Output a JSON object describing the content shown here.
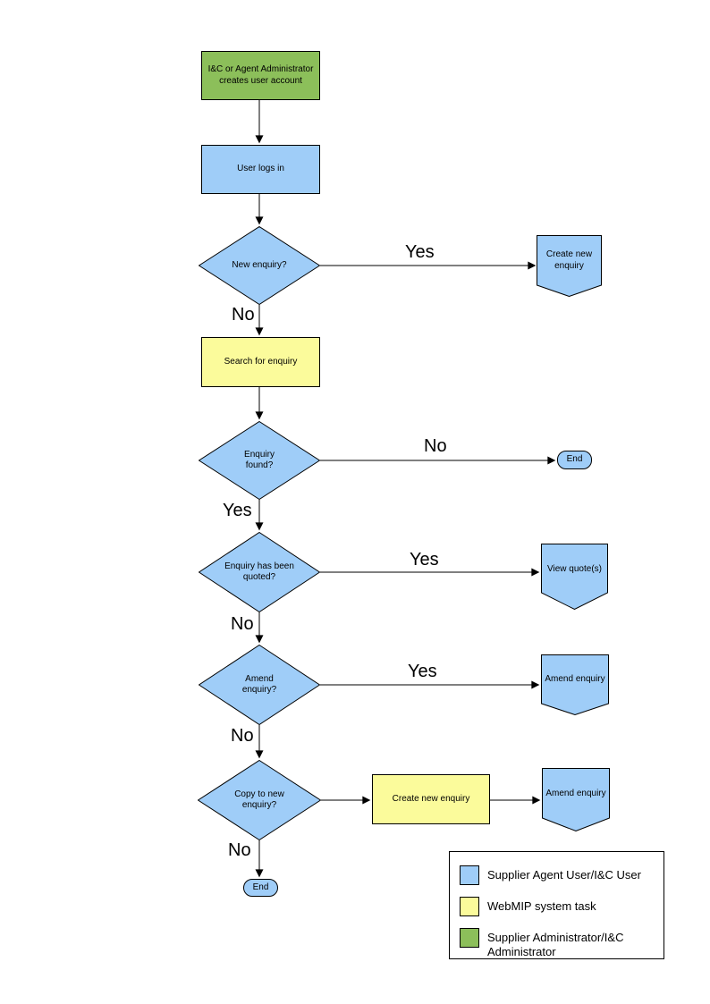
{
  "diagram": {
    "nodes": {
      "create_account": {
        "label": "I&C or Agent Administrator creates user account",
        "type": "admin-task"
      },
      "user_logs_in": {
        "label": "User logs in",
        "type": "user-task"
      },
      "new_enquiry_q": {
        "label": "New enquiry?",
        "type": "decision"
      },
      "create_new_enquiry_banner": {
        "label": "Create new enquiry",
        "type": "user-task"
      },
      "search_for_enquiry": {
        "label": "Search for enquiry",
        "type": "system-task"
      },
      "enquiry_found_q": {
        "label": "Enquiry found?",
        "type": "decision"
      },
      "end_1": {
        "label": "End",
        "type": "terminator"
      },
      "enquiry_quoted_q": {
        "label": "Enquiry has been quoted?",
        "type": "decision"
      },
      "view_quotes": {
        "label": "View quote(s)",
        "type": "user-task"
      },
      "amend_enquiry_q": {
        "label": "Amend enquiry?",
        "type": "decision"
      },
      "amend_enquiry_1": {
        "label": "Amend enquiry",
        "type": "user-task"
      },
      "copy_to_new_q": {
        "label": "Copy to new enquiry?",
        "type": "decision"
      },
      "create_new_enquiry_task": {
        "label": "Create new enquiry",
        "type": "system-task"
      },
      "amend_enquiry_2": {
        "label": "Amend enquiry",
        "type": "user-task"
      },
      "end_2": {
        "label": "End",
        "type": "terminator"
      }
    },
    "edge_labels": {
      "new_enquiry_yes": "Yes",
      "new_enquiry_no": "No",
      "enquiry_found_no": "No",
      "enquiry_found_yes": "Yes",
      "quoted_yes": "Yes",
      "quoted_no": "No",
      "amend_yes": "Yes",
      "amend_no": "No",
      "copy_no": "No"
    },
    "colors": {
      "user_blue": "#9FCDF8",
      "system_yellow": "#FBFB9B",
      "admin_green": "#8CBF5A",
      "line": "#000000"
    },
    "legend": {
      "items": [
        {
          "color": "#9FCDF8",
          "label": "Supplier Agent User/I&C User"
        },
        {
          "color": "#FBFB9B",
          "label": "WebMIP system task"
        },
        {
          "color": "#8CBF5A",
          "label": "Supplier Administrator/I&C Administrator"
        }
      ]
    }
  }
}
